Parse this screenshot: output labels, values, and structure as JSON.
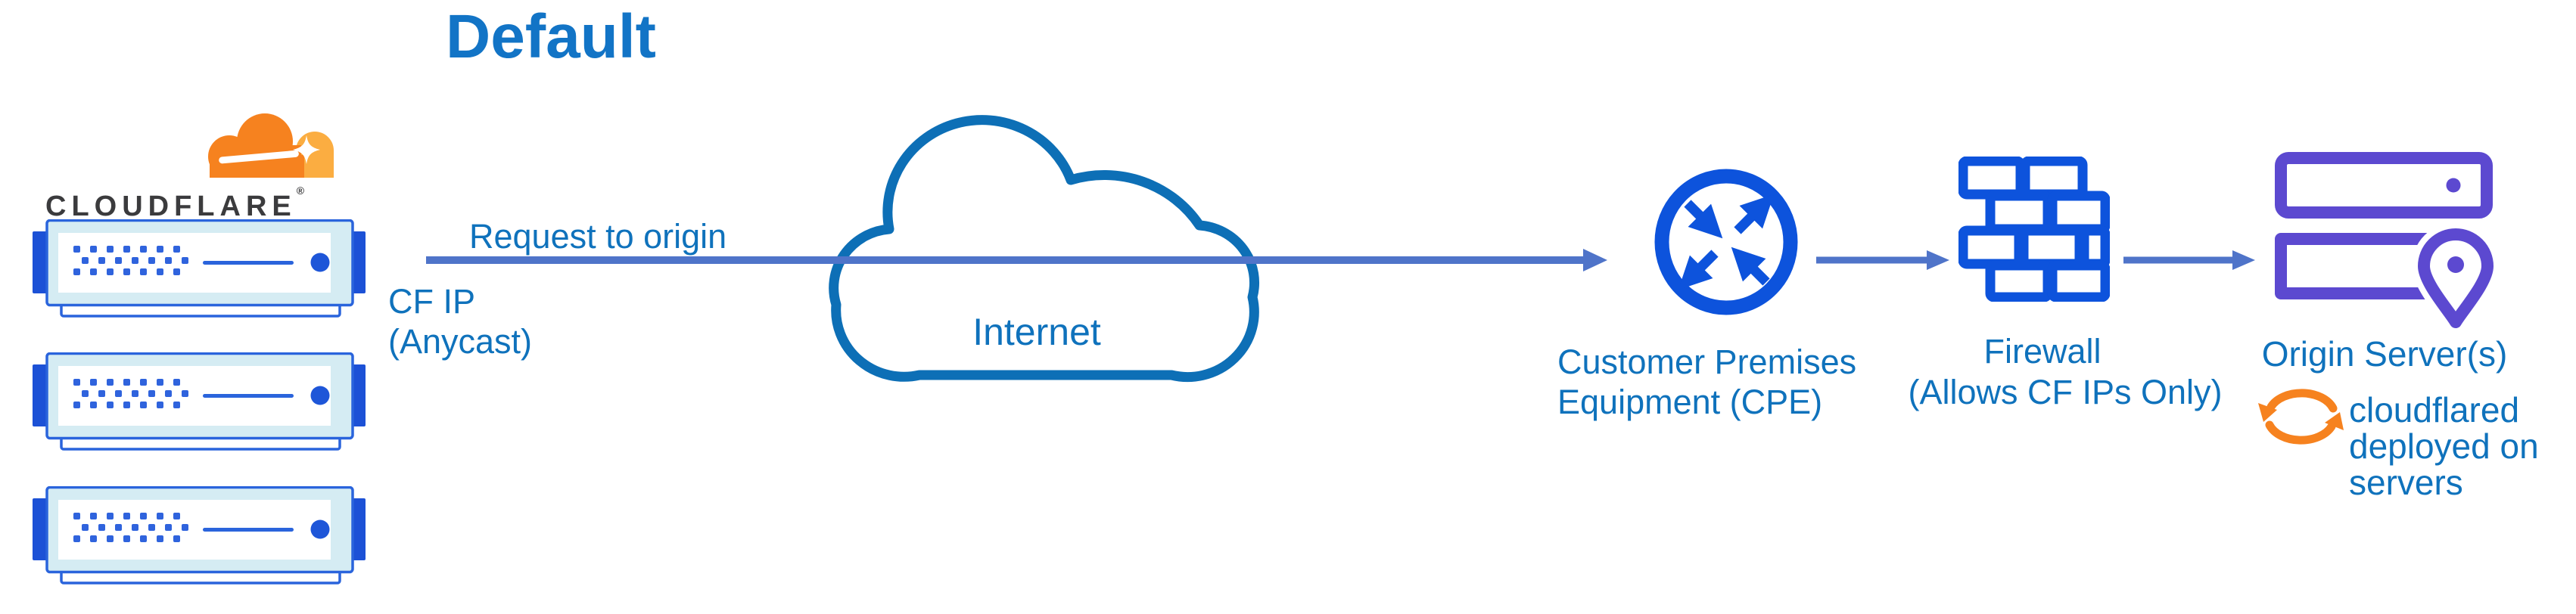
{
  "title": "Default",
  "colors": {
    "title_blue": "#1274C6",
    "label_blue": "#0F72BC",
    "arrow_blue": "#4F74C9",
    "icon_blue": "#0D53DC",
    "server_border_blue": "#2A64DC",
    "server_tab_blue": "#1C51D6",
    "server_fill_light": "#D5ECF3",
    "internet_cloud_blue": "#0D6FB6",
    "origin_purple": "#5C49D0",
    "cloudflare_orange": "#F6821F",
    "cloudflare_orange_light": "#FBAD41",
    "wordmark_dark": "#3B3B3D"
  },
  "cloudflare": {
    "wordmark": "CLOUDFLARE",
    "registered": "®",
    "servers_count": 3
  },
  "request_arrow": {
    "label": "Request to origin",
    "sublabel_line1": "CF IP",
    "sublabel_line2": "(Anycast)"
  },
  "internet": {
    "label": "Internet"
  },
  "cpe": {
    "label_line1": "Customer Premises",
    "label_line2": "Equipment (CPE)"
  },
  "firewall": {
    "label_line1": "Firewall",
    "label_line2": "(Allows CF IPs Only)"
  },
  "origin": {
    "label": "Origin Server(s)",
    "note_line1": "cloudflared",
    "note_line2": "deployed on",
    "note_line3": "servers"
  }
}
